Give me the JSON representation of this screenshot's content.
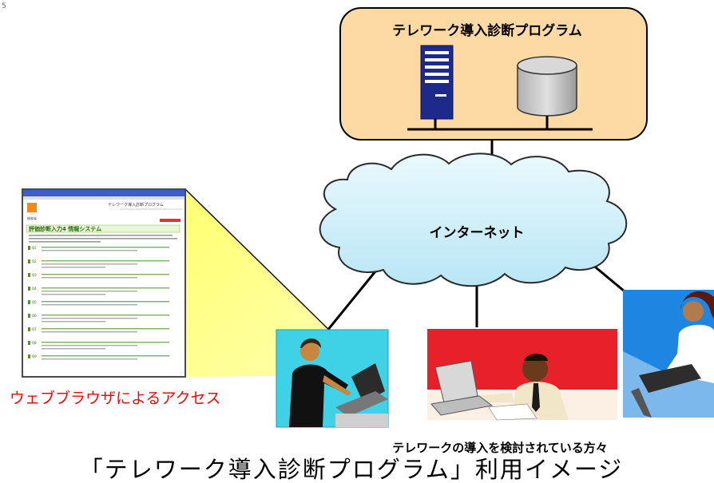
{
  "corner_mark": "5",
  "server_box": {
    "title": "テレワーク導入診断プログラム",
    "fill": "#FDD9A3",
    "stroke": "#000000"
  },
  "cloud": {
    "label": "インターネット",
    "fill": "#D5F3FB"
  },
  "browser": {
    "page_header": "テレワーク導入診断プログラム",
    "page_title": "評価診断入力4 情報システム",
    "logo_caption": "総務省",
    "accent": "#4E9A06",
    "questions": [
      "Q1",
      "Q2",
      "Q3",
      "Q4",
      "Q5",
      "Q6",
      "Q7",
      "Q8",
      "Q9"
    ]
  },
  "access_label": {
    "text": "ウェブブラウザによるアクセス",
    "color": "#FF0000"
  },
  "users_caption": "テレワークの導入を検討されている方々",
  "main_caption": "「テレワーク導入診断プログラム」利用イメージ",
  "highlight_color": "#FFFF66"
}
